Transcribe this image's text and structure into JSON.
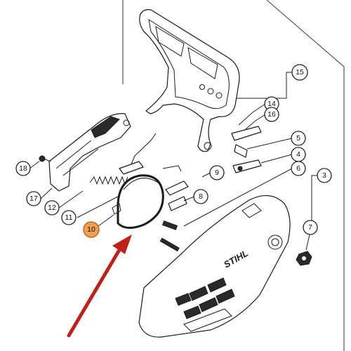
{
  "diagram": {
    "brand_text": "STIHL",
    "highlight_color": "#f0a050",
    "arrow_color": "#c0201a",
    "callouts": [
      {
        "id": "c15",
        "label": "15"
      },
      {
        "id": "c14",
        "label": "14"
      },
      {
        "id": "c16",
        "label": "16"
      },
      {
        "id": "c5",
        "label": "5"
      },
      {
        "id": "c4",
        "label": "4"
      },
      {
        "id": "c6",
        "label": "6"
      },
      {
        "id": "c3",
        "label": "3"
      },
      {
        "id": "c9",
        "label": "9"
      },
      {
        "id": "c8",
        "label": "8"
      },
      {
        "id": "c7",
        "label": "7"
      },
      {
        "id": "c18",
        "label": "18"
      },
      {
        "id": "c17",
        "label": "17"
      },
      {
        "id": "c12",
        "label": "12"
      },
      {
        "id": "c11",
        "label": "11"
      },
      {
        "id": "c10",
        "label": "10",
        "highlighted": true
      }
    ]
  }
}
